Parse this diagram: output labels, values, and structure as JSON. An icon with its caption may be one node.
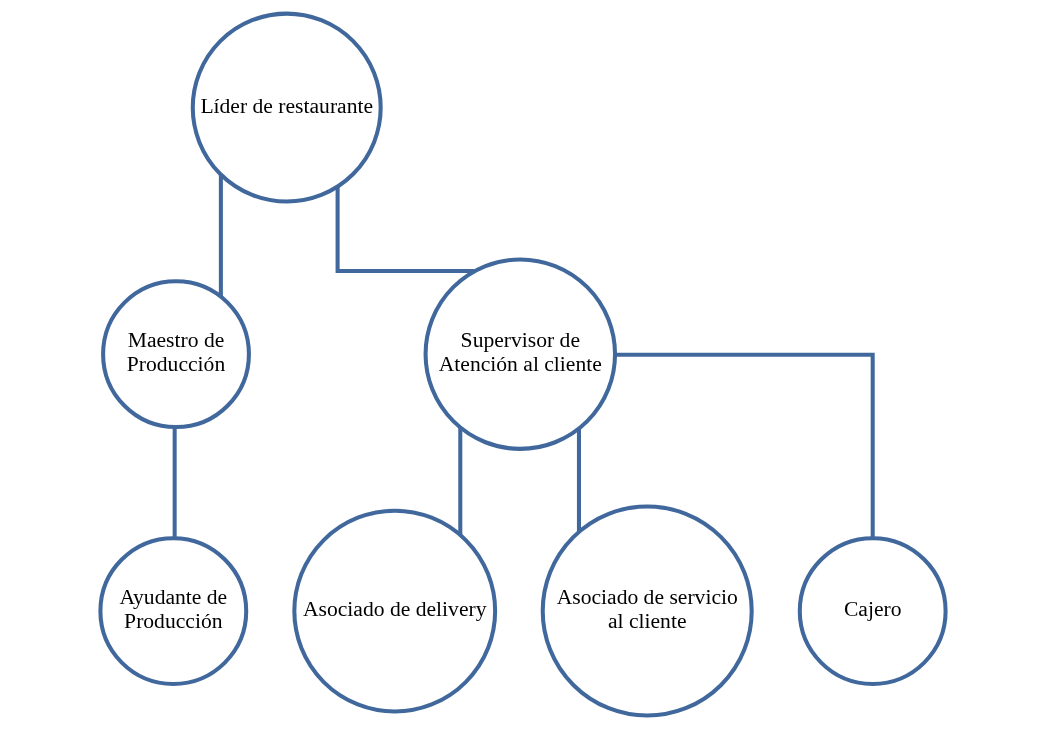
{
  "diagram": {
    "nodes": [
      {
        "text": [
          "Líder de restaurante"
        ]
      },
      {
        "text": [
          "Maestro de Producción"
        ]
      },
      {
        "text": [
          "Supervisor de Atención al cliente"
        ]
      },
      {
        "text": [
          "Ayudante de Producción"
        ]
      },
      {
        "text": [
          "Asociado de delivery"
        ]
      },
      {
        "text": [
          "Asociado de servicio al cliente"
        ]
      },
      {
        "text": [
          "Cajero"
        ]
      }
    ],
    "edges": [
      {
        "from": 0,
        "to": 1,
        "arrow": "none"
      },
      {
        "from": 0,
        "to": 2,
        "arrow": "none"
      },
      {
        "from": 1,
        "to": 3,
        "arrow": "none"
      },
      {
        "from": 2,
        "to": 4,
        "arrow": "none"
      },
      {
        "from": 2,
        "to": 5,
        "arrow": "none"
      },
      {
        "from": 2,
        "to": 6,
        "arrow": "none"
      }
    ]
  }
}
